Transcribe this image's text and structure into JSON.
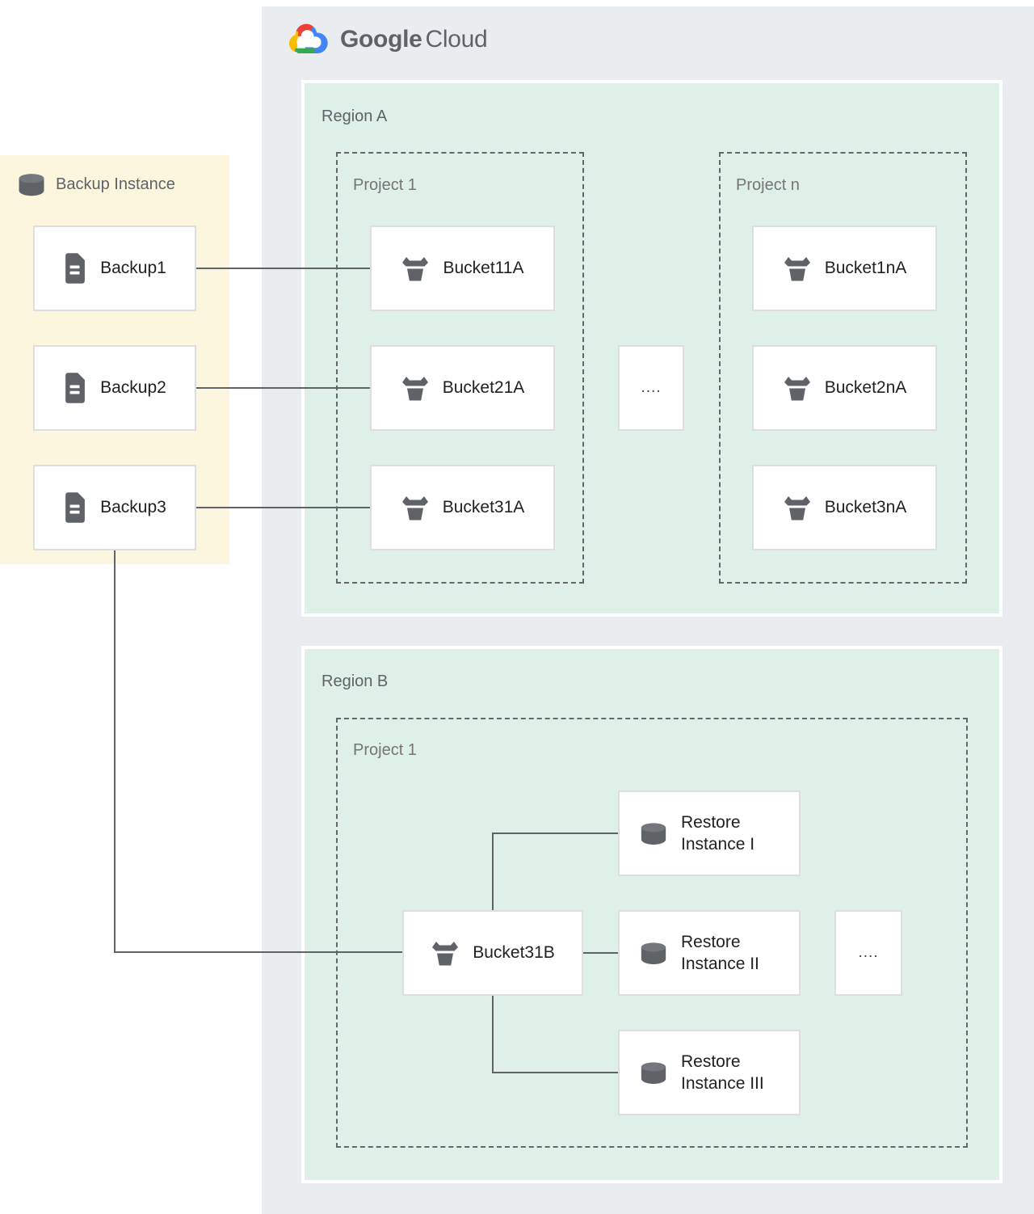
{
  "logo": {
    "google": "Google",
    "cloud": "Cloud"
  },
  "backup_panel": {
    "title": "Backup Instance",
    "backups": [
      "Backup1",
      "Backup2",
      "Backup3"
    ]
  },
  "region_a": {
    "label": "Region A",
    "projects": [
      {
        "label": "Project 1",
        "buckets": [
          "Bucket11A",
          "Bucket21A",
          "Bucket31A"
        ]
      },
      {
        "label": "Project n",
        "buckets": [
          "Bucket1nA",
          "Bucket2nA",
          "Bucket3nA"
        ]
      }
    ],
    "ellipsis": "...."
  },
  "region_b": {
    "label": "Region B",
    "project": {
      "label": "Project 1",
      "bucket": "Bucket31B",
      "restore_instances": [
        "Restore Instance I",
        "Restore Instance II",
        "Restore Instance III"
      ],
      "ellipsis": "...."
    }
  },
  "colors": {
    "canvas": "#ffffff",
    "cloud_panel": "#eaedf0",
    "backup_panel_bg": "#fcf6de",
    "region_bg": "#def0e7",
    "node_border": "#dcdee0",
    "connector": "#5f6368",
    "icon": "#5f6368",
    "label_text": "#212121",
    "muted_text": "#5f6368",
    "logo_red": "#ea4335",
    "logo_blue": "#4285f4",
    "logo_green": "#34a853",
    "logo_yellow": "#fbbc04"
  }
}
